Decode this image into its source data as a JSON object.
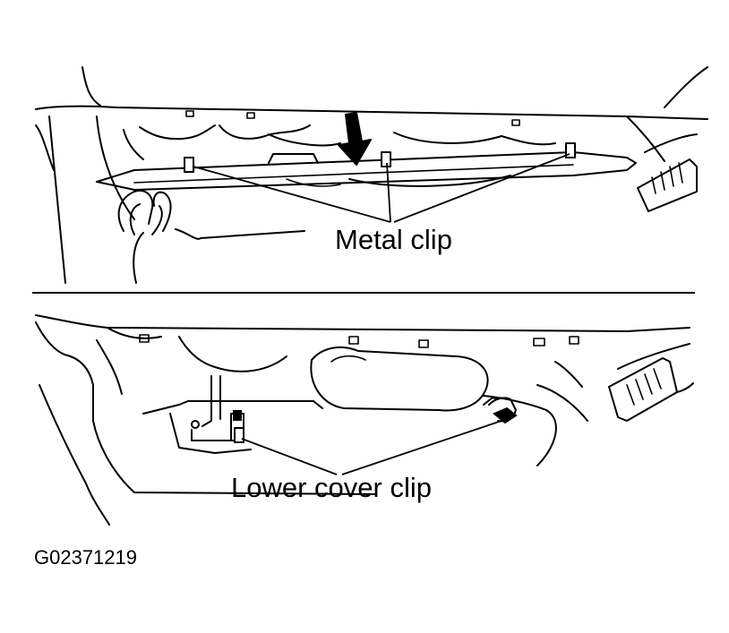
{
  "labels": {
    "metal_clip": "Metal clip",
    "lower_cover_clip": "Lower cover clip",
    "figure_code": "G02371219"
  },
  "colors": {
    "ink": "#000000",
    "paper": "#ffffff"
  }
}
